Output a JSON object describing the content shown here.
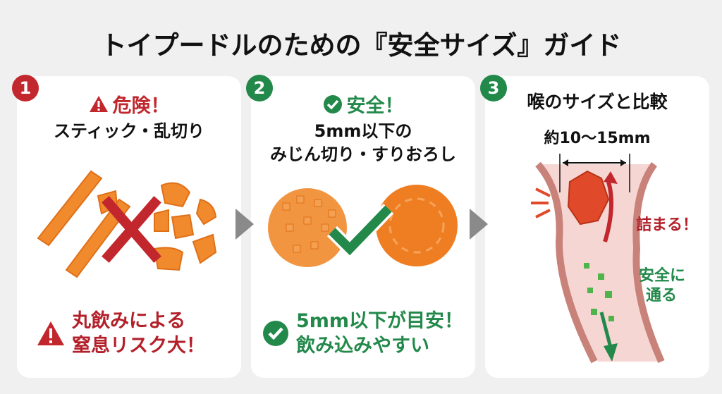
{
  "title": "トイプードルのための『安全サイズ』ガイド",
  "colors": {
    "danger": "#c1272d",
    "safe": "#22894a",
    "carrot": "#f08a2c",
    "arrow": "#8a8a8a",
    "throat": "#f2c4c0"
  },
  "panels": [
    {
      "number": "1",
      "status_icon": "warning-icon",
      "status": "危険！",
      "subtitle": [
        "スティック・乱切り"
      ],
      "illustration": "carrot-sticks-and-chunks-with-x",
      "note_icon": "warning-icon",
      "note": [
        "丸飲みによる",
        "窒息リスク大！"
      ]
    },
    {
      "number": "2",
      "status_icon": "check-circle-icon",
      "status": "安全！",
      "subtitle": [
        "5mm以下の",
        "みじん切り・すりおろし"
      ],
      "illustration": "minced-and-grated-carrot-with-check",
      "note_icon": "check-circle-icon",
      "note": [
        "5mm以下が目安！",
        "飲み込みやすい"
      ]
    },
    {
      "number": "3",
      "subtitle": [
        "喉のサイズと比較"
      ],
      "measure": "約10〜15mm",
      "illustration": "throat-cross-section",
      "labels": {
        "stuck": "詰まる！",
        "pass": [
          "安全に",
          "通る"
        ]
      }
    }
  ]
}
